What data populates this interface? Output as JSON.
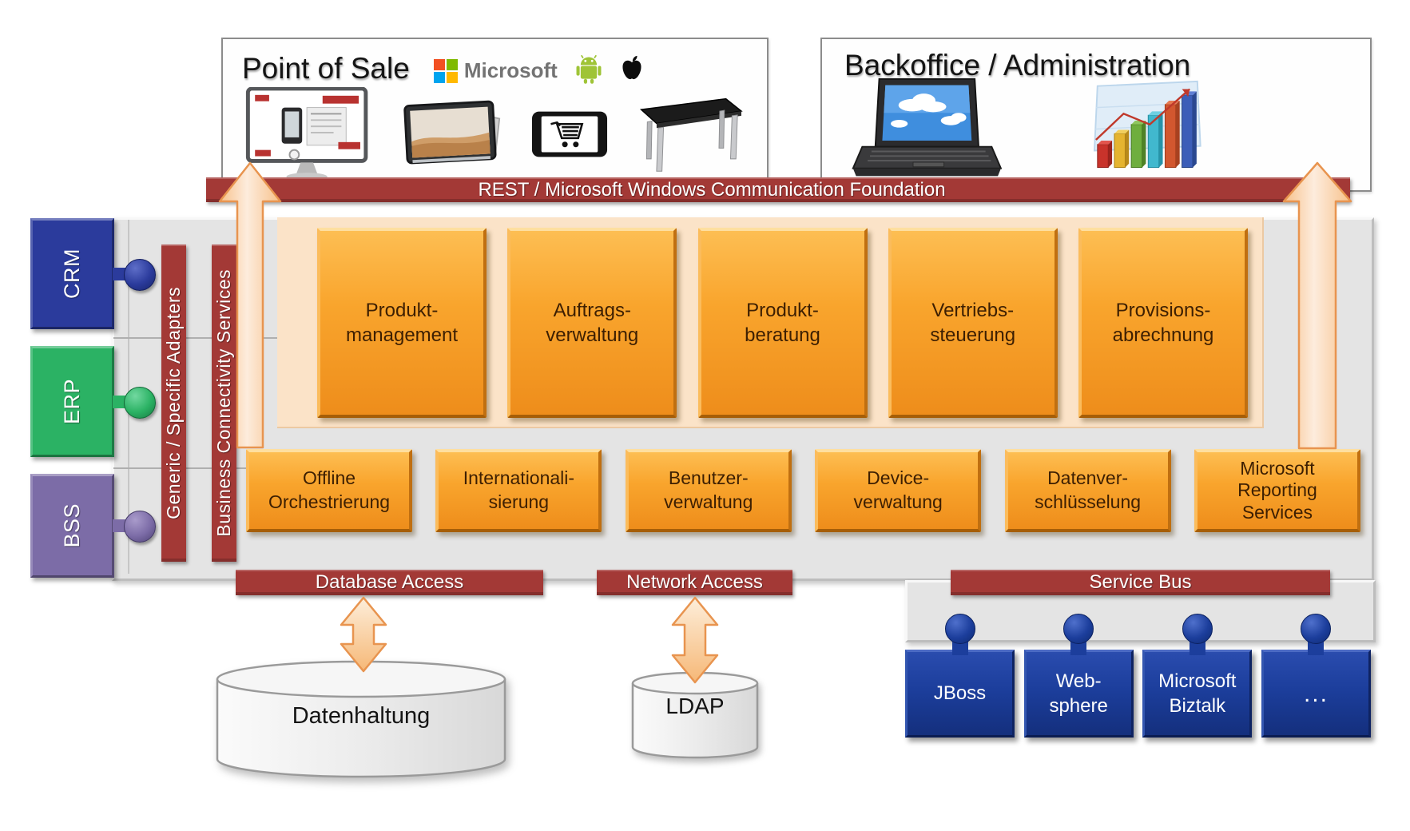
{
  "top_boxes": {
    "point_of_sale": {
      "title": "Point of Sale",
      "platform_label": "Microsoft"
    },
    "backoffice": {
      "title": "Backoffice / Administration"
    }
  },
  "rest_bar": {
    "label": "REST / Microsoft Windows Communication Foundation"
  },
  "external_systems": [
    {
      "label": "CRM",
      "color": "#2b3b9c"
    },
    {
      "label": "ERP",
      "color": "#2bb264"
    },
    {
      "label": "BSS",
      "color": "#7c6ca7"
    }
  ],
  "adapter_bars": [
    {
      "label": "Generic / Specific Adapters"
    },
    {
      "label": "Business Connectivity Services"
    }
  ],
  "services_row1": [
    {
      "label": "Produkt-\nmanagement"
    },
    {
      "label": "Auftrags-\nverwaltung"
    },
    {
      "label": "Produkt-\nberatung"
    },
    {
      "label": "Vertriebs-\nsteuerung"
    },
    {
      "label": "Provisions-\nabrechnung"
    }
  ],
  "services_row2": [
    {
      "label": "Offline\nOrchestrierung"
    },
    {
      "label": "Internationali-\nsierung"
    },
    {
      "label": "Benutzer-\nverwaltung"
    },
    {
      "label": "Device-\nverwaltung"
    },
    {
      "label": "Datenver-\nschlüsselung"
    },
    {
      "label": "Microsoft\nReporting\nServices"
    }
  ],
  "access_bars": [
    {
      "label": "Database Access"
    },
    {
      "label": "Network Access"
    },
    {
      "label": "Service Bus"
    }
  ],
  "datastores": [
    {
      "label": "Datenhaltung"
    },
    {
      "label": "LDAP"
    }
  ],
  "service_bus_nodes": [
    {
      "label": "JBoss"
    },
    {
      "label": "Web-\nsphere"
    },
    {
      "label": "Microsoft\nBiztalk"
    },
    {
      "label": "..."
    }
  ],
  "icons": {
    "pos_platforms": [
      "microsoft-logo",
      "android-icon",
      "apple-icon"
    ],
    "pos_devices": [
      "pos-terminal-image",
      "tablet-image",
      "smartphone-cart-image",
      "pos-table-image"
    ],
    "backoffice_images": [
      "laptop-image",
      "bar-chart-3d-image"
    ]
  },
  "colors": {
    "bar_maroon": "#a33936",
    "service_orange": "#f79f28",
    "panel_peach": "#fbe3c8",
    "panel_gray": "#e4e4e4",
    "node_blue": "#1c3e9c",
    "crm_blue": "#2b3b9c",
    "erp_green": "#2bb264",
    "bss_purple": "#7c6ca7",
    "arrow_orange": "#f9c994"
  }
}
